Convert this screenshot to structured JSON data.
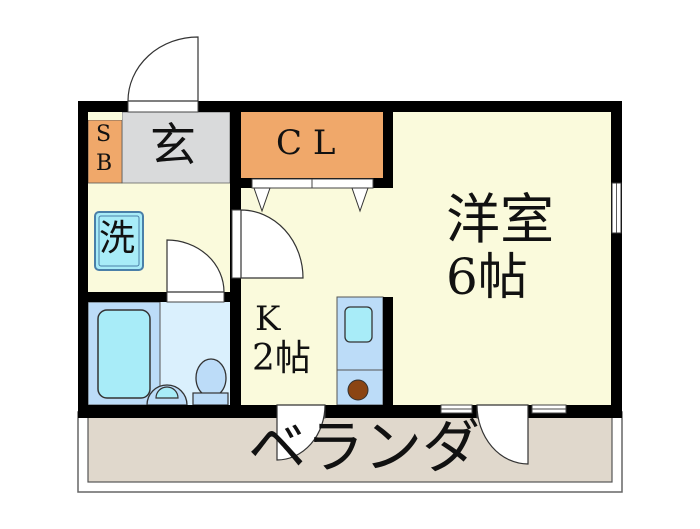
{
  "floor_plan": {
    "rooms": {
      "western_room": {
        "name": "洋室",
        "size": "6帖"
      },
      "kitchen": {
        "letter": "K",
        "size": "2帖"
      },
      "entrance": {
        "name": "玄"
      },
      "shoe_box": {
        "line1": "S",
        "line2": "B"
      },
      "closet": {
        "name": "C L"
      },
      "washer": {
        "name": "洗"
      },
      "balcony": {
        "name": "ベランダ"
      }
    },
    "colors": {
      "wall": "#000000",
      "room_floor": "#fafadc",
      "entrance_floor": "#d9dadb",
      "closet_fill": "#f0a86a",
      "bath_fill": "#bcdcf8",
      "toilet_area": "#daf0fd",
      "fixture_cyan": "#a8ecf8",
      "balcony_fill": "#e0d8cc",
      "stove": "#8b4513"
    }
  }
}
